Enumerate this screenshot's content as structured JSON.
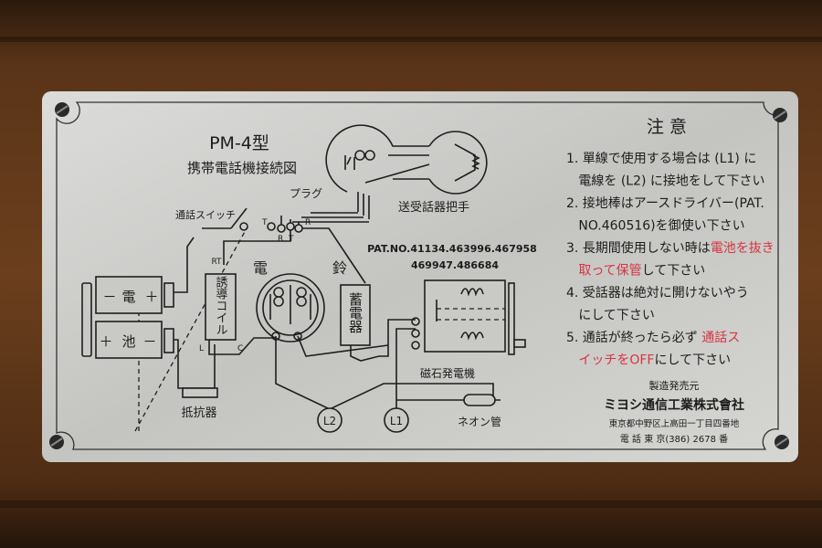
{
  "colors": {
    "wood": "#4a2d17",
    "plate": "#cfcfcc",
    "ink": "#1c1c1c",
    "red": "#d8343f"
  },
  "title": {
    "model": "PM-4型",
    "subtitle": "携帯電話機接続図"
  },
  "diagram": {
    "plug": "プラグ",
    "call_switch": "通話スイッチ",
    "handset": "送受話器把手",
    "patent_line1": "PAT.NO.41134.463996.467958",
    "patent_line2": "469947.486684",
    "bell_1": "電",
    "bell_2": "鈴",
    "rt": "RT",
    "t1": "T",
    "r1": "R",
    "t2": "T",
    "r2": "R",
    "coil": "誘導コイル",
    "coil_l": "L",
    "coil_c": "C",
    "battery_top": [
      "－",
      "電",
      "＋"
    ],
    "battery_bottom": [
      "＋",
      "池",
      "－"
    ],
    "resistor": "抵抗器",
    "capacitor": "蓄電器",
    "magneto": "磁石発電機",
    "neon": "ネオン管",
    "l1": "L1",
    "l2": "L2"
  },
  "notes": {
    "heading": "注 意",
    "lines": [
      [
        {
          "text": "1. 單線で使用する場合は ",
          "red": false
        },
        {
          "text": "L1",
          "red": false,
          "circled": true
        },
        {
          "text": " に",
          "red": false
        }
      ],
      [
        {
          "text": "   電線を ",
          "red": false
        },
        {
          "text": "L2",
          "red": false,
          "circled": true
        },
        {
          "text": " に接地をして下さい",
          "red": false
        }
      ],
      [
        {
          "text": "2. 接地棒はアースドライバー(PAT.",
          "red": false
        }
      ],
      [
        {
          "text": "   NO.460516)を御使い下さい",
          "red": false
        }
      ],
      [
        {
          "text": "3. 長期間使用しない時は",
          "red": false
        },
        {
          "text": "電池を抜き",
          "red": true
        }
      ],
      [
        {
          "text": "   ",
          "red": false
        },
        {
          "text": "取って保管",
          "red": true
        },
        {
          "text": "して下さい",
          "red": false
        }
      ],
      [
        {
          "text": "4. 受話器は絶対に開けないやう",
          "red": false
        }
      ],
      [
        {
          "text": "   にして下さい",
          "red": false
        }
      ],
      [
        {
          "text": "5. 通話が終ったら必ず ",
          "red": false
        },
        {
          "text": "通話ス",
          "red": true
        }
      ],
      [
        {
          "text": "   ",
          "red": false
        },
        {
          "text": "イッチをOFF",
          "red": true
        },
        {
          "text": "にして下さい",
          "red": false
        }
      ]
    ],
    "maker_label": "製造発売元",
    "company": "ミヨシ通信工業株式會社",
    "address": "東京都中野区上高田一丁目四番地",
    "phone": "電 話 東 京(386) 2678 番"
  }
}
